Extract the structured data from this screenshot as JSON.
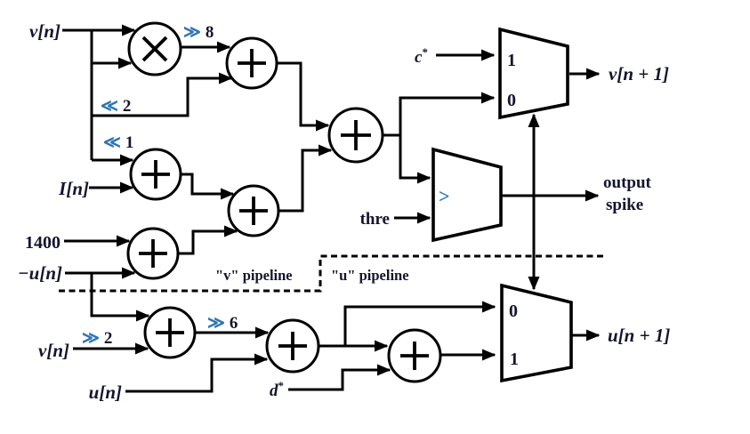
{
  "labels": {
    "v_in_top": "v[n]",
    "i_in": "I[n]",
    "const_1400": "1400",
    "neg_u_in": "−u[n]",
    "v_in_bottom": "v[n]",
    "u_in": "u[n]",
    "c_base": "c",
    "c_sup": "*",
    "d_base": "d",
    "d_sup": "*",
    "thre": "thre",
    "v_out": "v[n + 1]",
    "u_out": "u[n + 1]",
    "spike_line1": "output",
    "spike_line2": "spike",
    "pipeline_v": "\"v\" pipeline",
    "pipeline_u": "\"u\" pipeline"
  },
  "shifts": {
    "sr8": {
      "op": "≫",
      "val": "8"
    },
    "sl2": {
      "op": "≪",
      "val": "2"
    },
    "sl1": {
      "op": "≪",
      "val": "1"
    },
    "sr2": {
      "op": "≫",
      "val": "2"
    },
    "sr6": {
      "op": "≫",
      "val": "6"
    }
  },
  "mux": {
    "v": {
      "input_top": "1",
      "input_bottom": "0"
    },
    "u": {
      "input_top": "0",
      "input_bottom": "1"
    }
  },
  "comparator": {
    "symbol": ">"
  },
  "colors": {
    "wire": "#000000",
    "text": "#14142d",
    "accent_blue": "#2e74b5"
  }
}
